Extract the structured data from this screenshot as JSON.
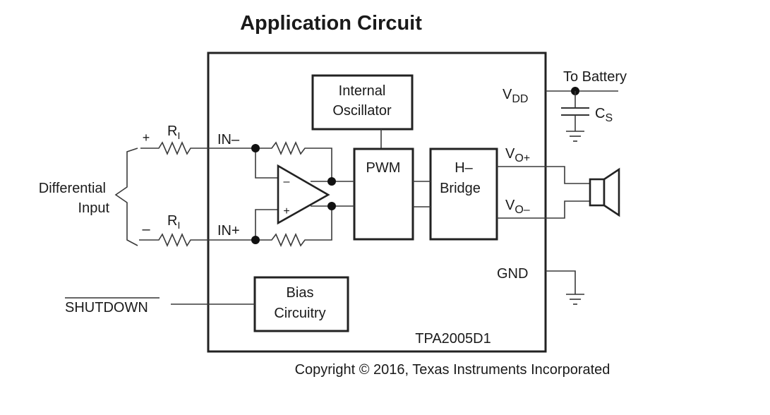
{
  "title": "Application Circuit",
  "copyright": "Copyright © 2016, Texas Instruments Incorporated",
  "chip": {
    "part_number": "TPA2005D1"
  },
  "blocks": {
    "oscillator": {
      "line1": "Internal",
      "line2": "Oscillator"
    },
    "pwm": {
      "label": "PWM"
    },
    "h_bridge": {
      "line1": "H–",
      "line2": "Bridge"
    },
    "bias": {
      "line1": "Bias",
      "line2": "Circuitry"
    }
  },
  "pins": {
    "in_minus": "IN–",
    "in_plus": "IN+",
    "vdd": {
      "main": "V",
      "sub": "DD"
    },
    "vo_plus": {
      "main": "V",
      "sub": "O+"
    },
    "vo_minus": {
      "main": "V",
      "sub": "O–"
    },
    "gnd": "GND"
  },
  "external": {
    "differential_input": {
      "line1": "Differential",
      "line2": "Input"
    },
    "plus_sign": "+",
    "minus_sign": "–",
    "resistor_top": {
      "main": "R",
      "sub": "I"
    },
    "resistor_bottom": {
      "main": "R",
      "sub": "I"
    },
    "to_battery": "To Battery",
    "supply_cap": {
      "main": "C",
      "sub": "S"
    },
    "shutdown": "SHUTDOWN"
  },
  "opamp": {
    "inverting": "–",
    "noninverting": "+"
  }
}
